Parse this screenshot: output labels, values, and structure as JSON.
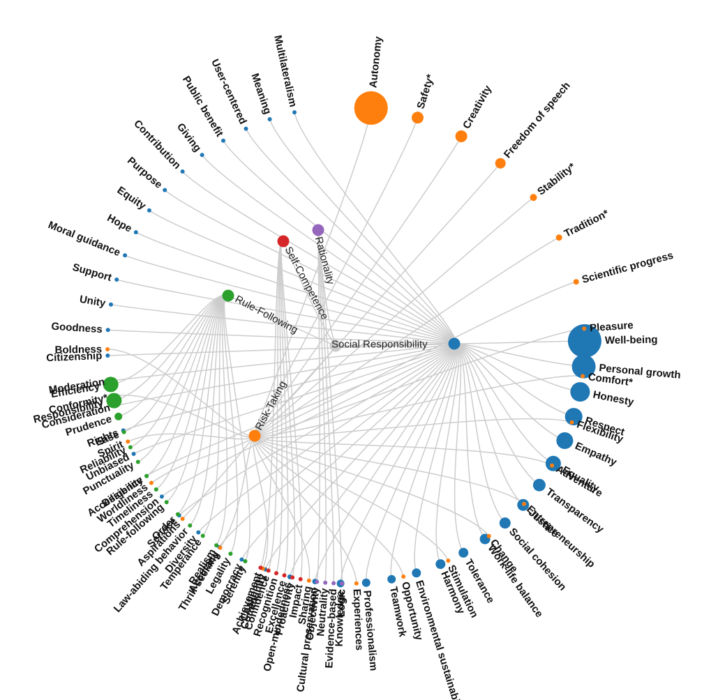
{
  "root": {
    "label": "Social Responsibility"
  },
  "clusters": [
    {
      "name": "Social Responsibility",
      "color": "#1f77b4",
      "show_label": false,
      "values": [
        {
          "label": "Well-being",
          "weight": 24
        },
        {
          "label": "Personal growth",
          "weight": 17
        },
        {
          "label": "Honesty",
          "weight": 14
        },
        {
          "label": "Respect",
          "weight": 12.5
        },
        {
          "label": "Empathy",
          "weight": 12
        },
        {
          "label": "Equality",
          "weight": 11
        },
        {
          "label": "Transparency",
          "weight": 9
        },
        {
          "label": "Justice",
          "weight": 8.5
        },
        {
          "label": "Social cohesion",
          "weight": 8
        },
        {
          "label": "Work-life balance",
          "weight": 7.5
        },
        {
          "label": "Tolerance",
          "weight": 7
        },
        {
          "label": "Harmony",
          "weight": 7
        },
        {
          "label": "Environmental sustainability",
          "weight": 6.5
        },
        {
          "label": "Teamwork",
          "weight": 6
        },
        {
          "label": "Professionalism",
          "weight": 6
        },
        {
          "label": "Knowledge",
          "weight": 5.5
        },
        {
          "label": "Cultural preservation",
          "weight": 4
        },
        {
          "label": "Open-mindedness",
          "weight": 3.5
        },
        {
          "label": "Community",
          "weight": 3
        },
        {
          "label": "Democracy",
          "weight": 3
        },
        {
          "label": "Accuracy",
          "weight": 3
        },
        {
          "label": "Diversity",
          "weight": 3
        },
        {
          "label": "Service",
          "weight": 3
        },
        {
          "label": "Comprehension",
          "weight": 3
        },
        {
          "label": "Accessibility",
          "weight": 3
        },
        {
          "label": "Unbiased",
          "weight": 3
        },
        {
          "label": "Rights",
          "weight": 3
        },
        {
          "label": "Consideration",
          "weight": 3
        },
        {
          "label": "Moderation",
          "weight": 3
        },
        {
          "label": "Citizenship",
          "weight": 3
        },
        {
          "label": "Goodness",
          "weight": 3
        },
        {
          "label": "Unity",
          "weight": 3
        },
        {
          "label": "Support",
          "weight": 3
        },
        {
          "label": "Moral guidance",
          "weight": 3
        },
        {
          "label": "Hope",
          "weight": 3
        },
        {
          "label": "Equity",
          "weight": 3
        },
        {
          "label": "Purpose",
          "weight": 3
        },
        {
          "label": "Contribution",
          "weight": 3
        },
        {
          "label": "Giving",
          "weight": 3
        },
        {
          "label": "Public benefit",
          "weight": 3
        },
        {
          "label": "User-centered",
          "weight": 3
        },
        {
          "label": "Meaning",
          "weight": 3
        },
        {
          "label": "Multilateralism",
          "weight": 3
        }
      ]
    },
    {
      "name": "Risk-Taking",
      "color": "#ff7f0e",
      "show_label": true,
      "values": [
        {
          "label": "Autonomy",
          "weight": 24
        },
        {
          "label": "Safety*",
          "weight": 8.5
        },
        {
          "label": "Creativity",
          "weight": 8.5
        },
        {
          "label": "Freedom of speech",
          "weight": 7.5
        },
        {
          "label": "Stability*",
          "weight": 5
        },
        {
          "label": "Tradition*",
          "weight": 4.5
        },
        {
          "label": "Scientific progress",
          "weight": 4
        },
        {
          "label": "Pleasure",
          "weight": 3
        },
        {
          "label": "Comfort*",
          "weight": 3
        },
        {
          "label": "Flexibility",
          "weight": 3
        },
        {
          "label": "Adventure",
          "weight": 3
        },
        {
          "label": "Entrepreneurship",
          "weight": 3
        },
        {
          "label": "Change",
          "weight": 3
        },
        {
          "label": "Stimulation",
          "weight": 3
        },
        {
          "label": "Opportunity",
          "weight": 3
        },
        {
          "label": "Experiences",
          "weight": 3
        },
        {
          "label": "Sharing",
          "weight": 3
        },
        {
          "label": "Challenge",
          "weight": 3
        },
        {
          "label": "Thrill-seeking",
          "weight": 3
        },
        {
          "label": "Aspirations",
          "weight": 3
        },
        {
          "label": "Worldliness",
          "weight": 3
        },
        {
          "label": "Spirit",
          "weight": 3
        },
        {
          "label": "Conformity*",
          "weight": 3
        },
        {
          "label": "Boldness",
          "weight": 3
        }
      ]
    },
    {
      "name": "Rule-Following",
      "color": "#2ca02c",
      "show_label": true,
      "values": [
        {
          "label": "Efficiency",
          "weight": 11
        },
        {
          "label": "Responsibility",
          "weight": 11
        },
        {
          "label": "Prudence",
          "weight": 5.5
        },
        {
          "label": "Ease",
          "weight": 3
        },
        {
          "label": "Reliability",
          "weight": 3
        },
        {
          "label": "Punctuality",
          "weight": 3
        },
        {
          "label": "Diligence",
          "weight": 3
        },
        {
          "label": "Timeliness",
          "weight": 3
        },
        {
          "label": "Rule-following",
          "weight": 3
        },
        {
          "label": "Order",
          "weight": 3
        },
        {
          "label": "Law-abiding behavior",
          "weight": 3
        },
        {
          "label": "Temperance",
          "weight": 3
        },
        {
          "label": "Realism",
          "weight": 3
        },
        {
          "label": "Legality",
          "weight": 3
        },
        {
          "label": "Serenity",
          "weight": 3
        }
      ]
    },
    {
      "name": "Self-Competence",
      "color": "#d62728",
      "show_label": true,
      "values": [
        {
          "label": "Achievement",
          "weight": 3
        },
        {
          "label": "Confidence",
          "weight": 3
        },
        {
          "label": "Recognition",
          "weight": 3
        },
        {
          "label": "Excellence",
          "weight": 3
        },
        {
          "label": "Proactivity",
          "weight": 3
        },
        {
          "label": "Impact",
          "weight": 3
        }
      ]
    },
    {
      "name": "Rationality",
      "color": "#9467bd",
      "show_label": true,
      "values": [
        {
          "label": "Objectivity",
          "weight": 3
        },
        {
          "label": "Neutrality",
          "weight": 3
        },
        {
          "label": "Evidence-based",
          "weight": 3
        },
        {
          "label": "Logic",
          "weight": 3
        }
      ]
    }
  ]
}
